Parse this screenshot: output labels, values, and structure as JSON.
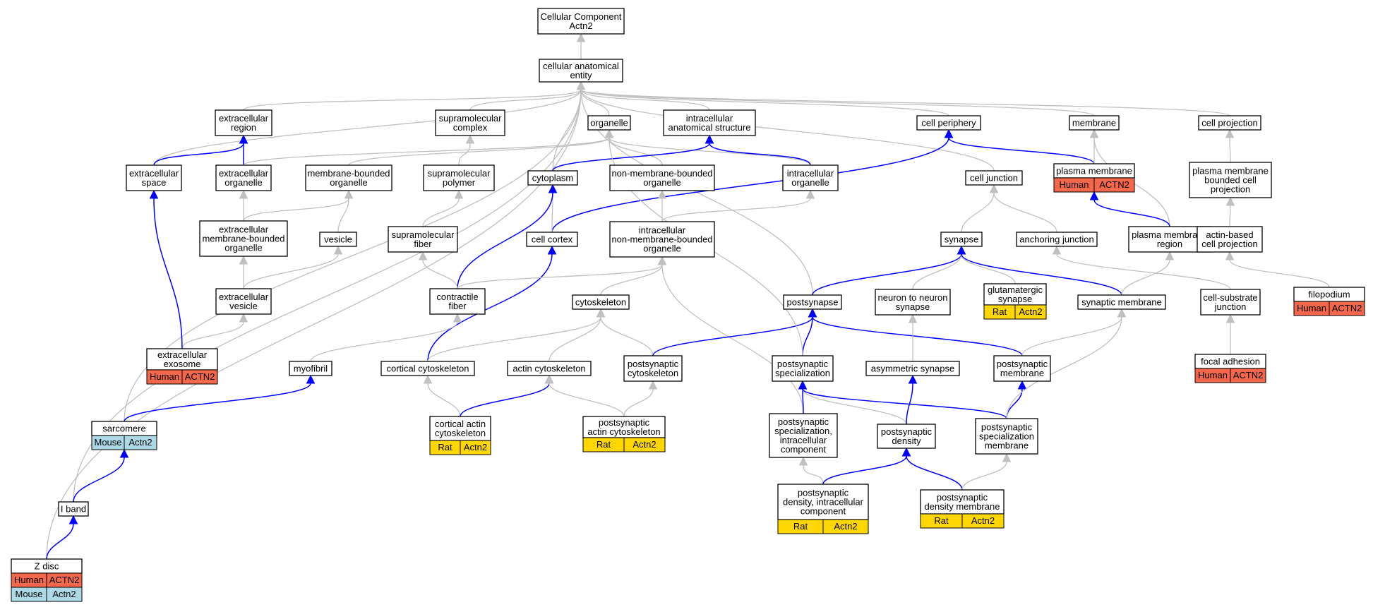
{
  "colors": {
    "gray_edge": "#c0c0c0",
    "blue_edge": "#0000ff",
    "Human": "#f4674b",
    "Mouse": "#add8e6",
    "Rat": "#ffd700"
  },
  "nodes": [
    {
      "id": "root",
      "lines": [
        "Cellular Component",
        "Actn2"
      ]
    },
    {
      "id": "cae",
      "lines": [
        "cellular anatomical",
        "entity"
      ]
    },
    {
      "id": "extreg",
      "lines": [
        "extracellular",
        "region"
      ]
    },
    {
      "id": "supracx",
      "lines": [
        "supramolecular",
        "complex"
      ]
    },
    {
      "id": "organelle",
      "lines": [
        "organelle"
      ]
    },
    {
      "id": "ias",
      "lines": [
        "intracellular",
        "anatomical structure"
      ]
    },
    {
      "id": "cellper",
      "lines": [
        "cell periphery"
      ]
    },
    {
      "id": "membrane",
      "lines": [
        "membrane"
      ]
    },
    {
      "id": "cellproj",
      "lines": [
        "cell projection"
      ]
    },
    {
      "id": "extspace",
      "lines": [
        "extracellular",
        "space"
      ]
    },
    {
      "id": "extorg",
      "lines": [
        "extracellular",
        "organelle"
      ]
    },
    {
      "id": "mbo",
      "lines": [
        "membrane-bounded",
        "organelle"
      ]
    },
    {
      "id": "suprapoly",
      "lines": [
        "supramolecular",
        "polymer"
      ]
    },
    {
      "id": "cytoplasm",
      "lines": [
        "cytoplasm"
      ]
    },
    {
      "id": "nmbo",
      "lines": [
        "non-membrane-bounded",
        "organelle"
      ]
    },
    {
      "id": "intorg",
      "lines": [
        "intracellular",
        "organelle"
      ]
    },
    {
      "id": "celljunc",
      "lines": [
        "cell junction"
      ]
    },
    {
      "id": "plasmamem",
      "lines": [
        "plasma membrane"
      ],
      "tags": [
        {
          "sp": "Human",
          "gene": "ACTN2"
        }
      ]
    },
    {
      "id": "pmbcp",
      "lines": [
        "plasma membrane",
        "bounded cell",
        "projection"
      ]
    },
    {
      "id": "extmbo",
      "lines": [
        "extracellular",
        "membrane-bounded",
        "organelle"
      ]
    },
    {
      "id": "vesicle",
      "lines": [
        "vesicle"
      ]
    },
    {
      "id": "suprafib",
      "lines": [
        "supramolecular",
        "fiber"
      ]
    },
    {
      "id": "cellcortex",
      "lines": [
        "cell cortex"
      ]
    },
    {
      "id": "inmbo",
      "lines": [
        "intracellular",
        "non-membrane-bounded",
        "organelle"
      ]
    },
    {
      "id": "synapse",
      "lines": [
        "synapse"
      ]
    },
    {
      "id": "anchjunc",
      "lines": [
        "anchoring junction"
      ]
    },
    {
      "id": "pmregion",
      "lines": [
        "plasma membrane",
        "region"
      ]
    },
    {
      "id": "actincp",
      "lines": [
        "actin-based",
        "cell projection"
      ]
    },
    {
      "id": "extves",
      "lines": [
        "extracellular",
        "vesicle"
      ]
    },
    {
      "id": "contrfib",
      "lines": [
        "contractile",
        "fiber"
      ]
    },
    {
      "id": "cytoskel",
      "lines": [
        "cytoskeleton"
      ]
    },
    {
      "id": "postsyn",
      "lines": [
        "postsynapse"
      ]
    },
    {
      "id": "n2n",
      "lines": [
        "neuron to neuron",
        "synapse"
      ]
    },
    {
      "id": "glut",
      "lines": [
        "glutamatergic",
        "synapse"
      ],
      "tags": [
        {
          "sp": "Rat",
          "gene": "Actn2"
        }
      ]
    },
    {
      "id": "synmem",
      "lines": [
        "synaptic membrane"
      ]
    },
    {
      "id": "csjunc",
      "lines": [
        "cell-substrate",
        "junction"
      ]
    },
    {
      "id": "filo",
      "lines": [
        "filopodium"
      ],
      "tags": [
        {
          "sp": "Human",
          "gene": "ACTN2"
        }
      ]
    },
    {
      "id": "exosome",
      "lines": [
        "extracellular",
        "exosome"
      ],
      "tags": [
        {
          "sp": "Human",
          "gene": "ACTN2"
        }
      ]
    },
    {
      "id": "myofibril",
      "lines": [
        "myofibril"
      ]
    },
    {
      "id": "corticalcs",
      "lines": [
        "cortical cytoskeleton"
      ]
    },
    {
      "id": "actincs",
      "lines": [
        "actin cytoskeleton"
      ]
    },
    {
      "id": "pscs",
      "lines": [
        "postsynaptic",
        "cytoskeleton"
      ]
    },
    {
      "id": "psspec",
      "lines": [
        "postsynaptic",
        "specialization"
      ]
    },
    {
      "id": "asymsyn",
      "lines": [
        "asymmetric synapse"
      ]
    },
    {
      "id": "psmem",
      "lines": [
        "postsynaptic",
        "membrane"
      ]
    },
    {
      "id": "focadh",
      "lines": [
        "focal adhesion"
      ],
      "tags": [
        {
          "sp": "Human",
          "gene": "ACTN2"
        }
      ]
    },
    {
      "id": "sarcomere",
      "lines": [
        "sarcomere"
      ],
      "tags": [
        {
          "sp": "Mouse",
          "gene": "Actn2"
        }
      ]
    },
    {
      "id": "cacs",
      "lines": [
        "cortical actin",
        "cytoskeleton"
      ],
      "tags": [
        {
          "sp": "Rat",
          "gene": "Actn2"
        }
      ]
    },
    {
      "id": "psacs",
      "lines": [
        "postsynaptic",
        "actin cytoskeleton"
      ],
      "tags": [
        {
          "sp": "Rat",
          "gene": "Actn2"
        }
      ]
    },
    {
      "id": "pssic",
      "lines": [
        "postsynaptic",
        "specialization,",
        "intracellular",
        "component"
      ]
    },
    {
      "id": "psd",
      "lines": [
        "postsynaptic",
        "density"
      ]
    },
    {
      "id": "pssm",
      "lines": [
        "postsynaptic",
        "specialization",
        "membrane"
      ]
    },
    {
      "id": "psdic",
      "lines": [
        "postsynaptic",
        "density, intracellular",
        "component"
      ],
      "tags": [
        {
          "sp": "Rat",
          "gene": "Actn2"
        }
      ]
    },
    {
      "id": "psdm",
      "lines": [
        "postsynaptic",
        "density membrane"
      ],
      "tags": [
        {
          "sp": "Rat",
          "gene": "Actn2"
        }
      ]
    },
    {
      "id": "iband",
      "lines": [
        "I band"
      ]
    },
    {
      "id": "zdisc",
      "lines": [
        "Z disc"
      ],
      "tags": [
        {
          "sp": "Human",
          "gene": "ACTN2"
        },
        {
          "sp": "Mouse",
          "gene": "Actn2"
        }
      ]
    }
  ],
  "edges": [
    {
      "from": "cae",
      "to": "root",
      "color": "gray"
    },
    {
      "from": "extreg",
      "to": "cae",
      "color": "gray"
    },
    {
      "from": "supracx",
      "to": "cae",
      "color": "gray"
    },
    {
      "from": "organelle",
      "to": "cae",
      "color": "gray"
    },
    {
      "from": "ias",
      "to": "cae",
      "color": "gray"
    },
    {
      "from": "cellper",
      "to": "cae",
      "color": "gray"
    },
    {
      "from": "membrane",
      "to": "cae",
      "color": "gray"
    },
    {
      "from": "cellproj",
      "to": "cae",
      "color": "gray"
    },
    {
      "from": "extspace",
      "to": "cae",
      "color": "gray"
    },
    {
      "from": "cytoplasm",
      "to": "cae",
      "color": "gray"
    },
    {
      "from": "celljunc",
      "to": "cae",
      "color": "gray"
    },
    {
      "from": "postsyn",
      "to": "cae",
      "color": "gray"
    },
    {
      "from": "sarcomere",
      "to": "cae",
      "color": "gray"
    },
    {
      "from": "iband",
      "to": "cae",
      "color": "gray"
    },
    {
      "from": "zdisc",
      "to": "cae",
      "color": "gray"
    },
    {
      "from": "extspace",
      "to": "extreg",
      "color": "blue"
    },
    {
      "from": "extorg",
      "to": "extreg",
      "color": "blue"
    },
    {
      "from": "extorg",
      "to": "organelle",
      "color": "gray"
    },
    {
      "from": "mbo",
      "to": "organelle",
      "color": "gray"
    },
    {
      "from": "nmbo",
      "to": "organelle",
      "color": "gray"
    },
    {
      "from": "intorg",
      "to": "organelle",
      "color": "gray"
    },
    {
      "from": "suprapoly",
      "to": "supracx",
      "color": "gray"
    },
    {
      "from": "cytoplasm",
      "to": "ias",
      "color": "blue"
    },
    {
      "from": "intorg",
      "to": "ias",
      "color": "blue"
    },
    {
      "from": "plasmamem",
      "to": "cellper",
      "color": "blue"
    },
    {
      "from": "cellcortex",
      "to": "cellper",
      "color": "blue"
    },
    {
      "from": "plasmamem",
      "to": "membrane",
      "color": "gray"
    },
    {
      "from": "pmregion",
      "to": "membrane",
      "color": "gray"
    },
    {
      "from": "pmbcp",
      "to": "cellproj",
      "color": "gray"
    },
    {
      "from": "extmbo",
      "to": "extorg",
      "color": "gray"
    },
    {
      "from": "extmbo",
      "to": "mbo",
      "color": "gray"
    },
    {
      "from": "vesicle",
      "to": "mbo",
      "color": "gray"
    },
    {
      "from": "suprafib",
      "to": "suprapoly",
      "color": "gray"
    },
    {
      "from": "cellcortex",
      "to": "cytoplasm",
      "color": "gray"
    },
    {
      "from": "contrfib",
      "to": "cytoplasm",
      "color": "blue"
    },
    {
      "from": "inmbo",
      "to": "nmbo",
      "color": "gray"
    },
    {
      "from": "inmbo",
      "to": "intorg",
      "color": "gray"
    },
    {
      "from": "synapse",
      "to": "celljunc",
      "color": "gray"
    },
    {
      "from": "anchjunc",
      "to": "celljunc",
      "color": "gray"
    },
    {
      "from": "pmregion",
      "to": "plasmamem",
      "color": "blue"
    },
    {
      "from": "actincp",
      "to": "pmbcp",
      "color": "gray"
    },
    {
      "from": "extves",
      "to": "extmbo",
      "color": "gray"
    },
    {
      "from": "extves",
      "to": "vesicle",
      "color": "gray"
    },
    {
      "from": "contrfib",
      "to": "suprafib",
      "color": "gray"
    },
    {
      "from": "corticalcs",
      "to": "cellcortex",
      "color": "blue"
    },
    {
      "from": "contrfib",
      "to": "inmbo",
      "color": "gray"
    },
    {
      "from": "cytoskel",
      "to": "inmbo",
      "color": "gray"
    },
    {
      "from": "pssic",
      "to": "inmbo",
      "color": "gray"
    },
    {
      "from": "postsyn",
      "to": "synapse",
      "color": "blue"
    },
    {
      "from": "n2n",
      "to": "synapse",
      "color": "gray"
    },
    {
      "from": "glut",
      "to": "synapse",
      "color": "gray"
    },
    {
      "from": "synmem",
      "to": "synapse",
      "color": "blue"
    },
    {
      "from": "csjunc",
      "to": "anchjunc",
      "color": "gray"
    },
    {
      "from": "synmem",
      "to": "pmregion",
      "color": "gray"
    },
    {
      "from": "filo",
      "to": "actincp",
      "color": "gray"
    },
    {
      "from": "exosome",
      "to": "extves",
      "color": "gray"
    },
    {
      "from": "exosome",
      "to": "extspace",
      "color": "blue"
    },
    {
      "from": "myofibril",
      "to": "contrfib",
      "color": "gray"
    },
    {
      "from": "corticalcs",
      "to": "cytoskel",
      "color": "gray"
    },
    {
      "from": "actincs",
      "to": "cytoskel",
      "color": "gray"
    },
    {
      "from": "pscs",
      "to": "cytoskel",
      "color": "gray"
    },
    {
      "from": "pscs",
      "to": "postsyn",
      "color": "blue"
    },
    {
      "from": "psspec",
      "to": "postsyn",
      "color": "blue"
    },
    {
      "from": "psspec",
      "to": "organelle",
      "color": "gray"
    },
    {
      "from": "psmem",
      "to": "postsyn",
      "color": "blue"
    },
    {
      "from": "asymsyn",
      "to": "n2n",
      "color": "gray"
    },
    {
      "from": "psmem",
      "to": "synmem",
      "color": "gray"
    },
    {
      "from": "focadh",
      "to": "csjunc",
      "color": "gray"
    },
    {
      "from": "sarcomere",
      "to": "myofibril",
      "color": "blue"
    },
    {
      "from": "cacs",
      "to": "corticalcs",
      "color": "gray"
    },
    {
      "from": "cacs",
      "to": "actincs",
      "color": "blue"
    },
    {
      "from": "psacs",
      "to": "actincs",
      "color": "gray"
    },
    {
      "from": "psacs",
      "to": "pscs",
      "color": "gray"
    },
    {
      "from": "pssic",
      "to": "psspec",
      "color": "blue"
    },
    {
      "from": "psd",
      "to": "psspec",
      "color": "gray"
    },
    {
      "from": "pssm",
      "to": "psspec",
      "color": "blue"
    },
    {
      "from": "psd",
      "to": "asymsyn",
      "color": "blue"
    },
    {
      "from": "pssm",
      "to": "psmem",
      "color": "blue"
    },
    {
      "from": "pssm",
      "to": "synmem",
      "color": "gray"
    },
    {
      "from": "psdic",
      "to": "pssic",
      "color": "gray"
    },
    {
      "from": "psdic",
      "to": "psd",
      "color": "blue"
    },
    {
      "from": "psdm",
      "to": "psd",
      "color": "blue"
    },
    {
      "from": "psdm",
      "to": "pssm",
      "color": "gray"
    },
    {
      "from": "iband",
      "to": "sarcomere",
      "color": "blue"
    },
    {
      "from": "zdisc",
      "to": "iband",
      "color": "blue"
    }
  ]
}
